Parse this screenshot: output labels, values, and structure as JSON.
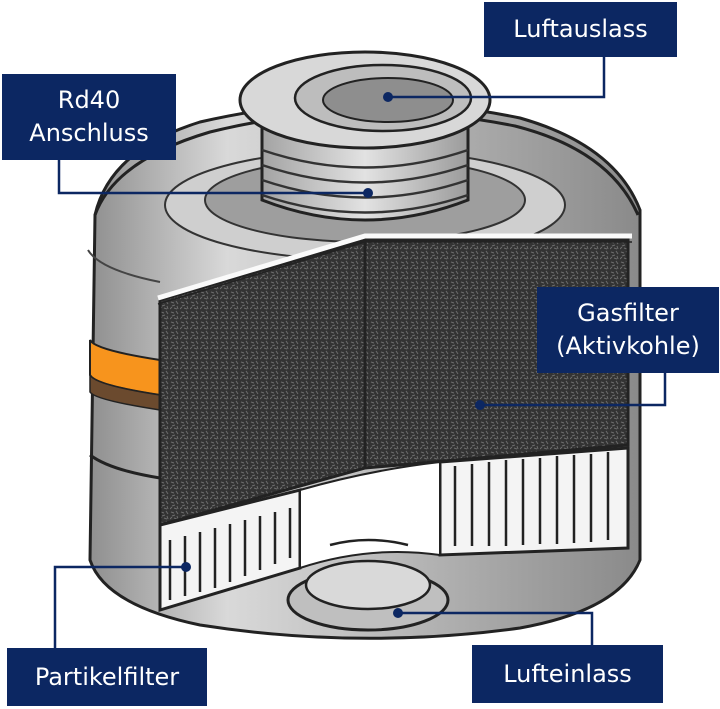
{
  "labels": {
    "luftauslass": "Luftauslass",
    "anschluss": "Rd40\nAnschluss",
    "gasfilter": "Gasfilter\n(Aktivkohle)",
    "partikelfilter": "Partikelfilter",
    "lufteinlass": "Lufteinlass"
  },
  "colors": {
    "label_bg": "#0c2762",
    "label_text": "#ffffff",
    "leader_line": "#0c2762",
    "housing": "#b5b5b5",
    "carbon": "#3a3a3a",
    "band_orange": "#f7941d",
    "band_brown": "#6b4a2e"
  }
}
